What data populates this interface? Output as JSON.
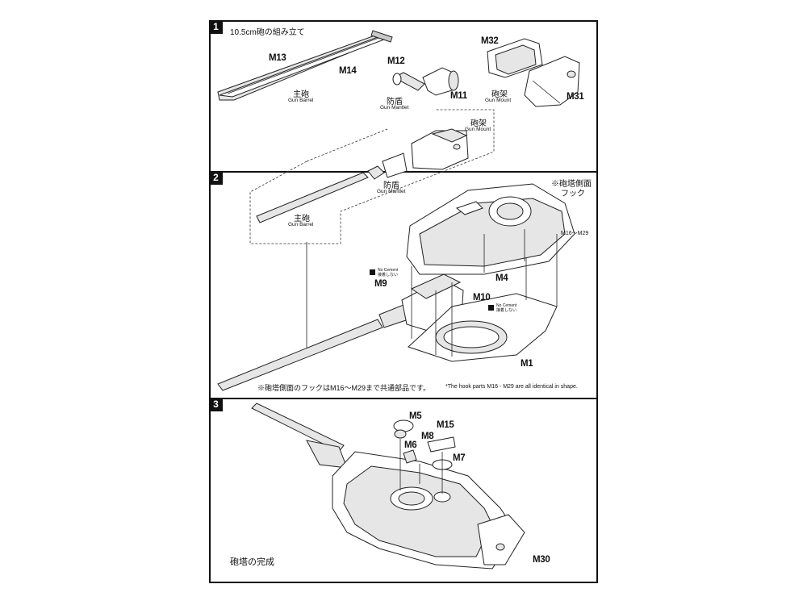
{
  "steps": [
    {
      "number": "1",
      "title": "10.5cm砲の組み立て"
    },
    {
      "number": "2"
    },
    {
      "number": "3"
    }
  ],
  "step1": {
    "barrel": {
      "part_a": "M13",
      "part_b": "M14",
      "jp": "主砲",
      "en": "Gun Barrel"
    },
    "mantlet": {
      "part_a": "M12",
      "part_b": "M11",
      "jp": "防盾",
      "en": "Gun Mantlet"
    },
    "mount": {
      "part_a": "M32",
      "part_b": "M31",
      "jp": "砲架",
      "en": "Gun Mount"
    }
  },
  "step2": {
    "assembled": {
      "mount_jp": "砲架",
      "mount_en": "Gun Mount",
      "mantlet_jp": "防盾",
      "mantlet_en": "Gun Mantlet",
      "barrel_jp": "主砲",
      "barrel_en": "Gun Barrel"
    },
    "hook_title": "※砲塔側面",
    "hook_sub": "フック",
    "hook_parts": "M16～M29",
    "parts": {
      "m9": "M9",
      "m10": "M10",
      "m4": "M4",
      "m1": "M1"
    },
    "no_cement_en": "No Cement",
    "no_cement_jp": "接着しない",
    "note_jp": "※砲塔側面のフックはM16～M29まで共通部品です。",
    "note_en": "*The hook parts M16 - M29 are all identical in shape."
  },
  "step3": {
    "parts": {
      "m5": "M5",
      "m15": "M15",
      "m8": "M8",
      "m6": "M6",
      "m7": "M7",
      "m30": "M30"
    },
    "caption": "砲塔の完成"
  }
}
